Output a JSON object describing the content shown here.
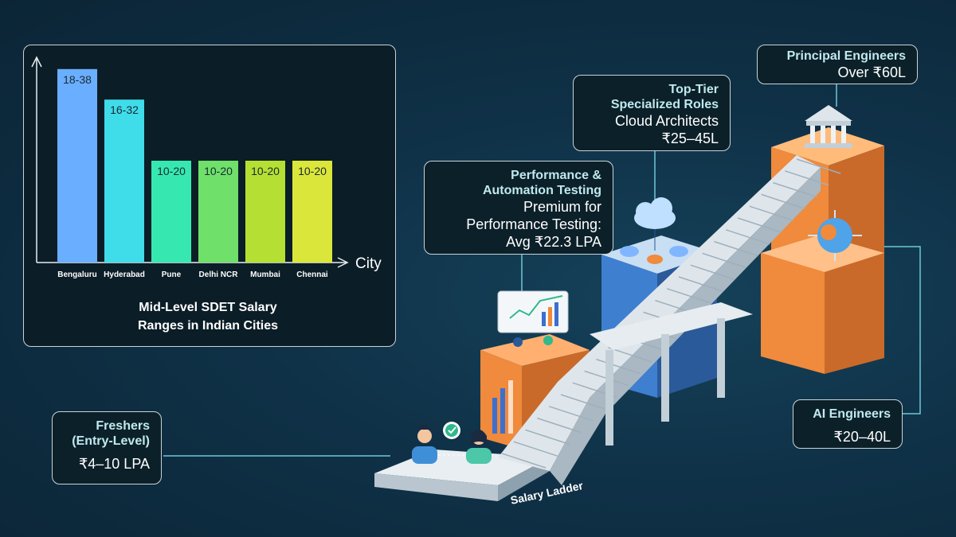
{
  "chart_data": {
    "type": "bar",
    "title": "Mid-Level SDET Salary Ranges in Indian Cities",
    "xlabel": "City",
    "ylabel": "",
    "categories": [
      "Bengaluru",
      "Hyderabad",
      "Pune",
      "Delhi NCR",
      "Mumbai",
      "Chennai"
    ],
    "values": [
      38,
      32,
      20,
      20,
      20,
      20
    ],
    "value_labels": [
      "18-38",
      "16-32",
      "10-20",
      "10-20",
      "10-20",
      "10-20"
    ],
    "ylim": [
      0,
      40
    ],
    "grid": false,
    "colors": [
      "#6aaeff",
      "#3fdcea",
      "#36e8b0",
      "#6fe06a",
      "#b5e033",
      "#dbe63a"
    ]
  },
  "labels": {
    "freshers": {
      "title_line1": "Freshers",
      "title_line2": "(Entry-Level)",
      "body": "₹4–10 LPA"
    },
    "performance": {
      "title_line1": "Performance &",
      "title_line2": "Automation Testing",
      "body_line1": "Premium for",
      "body_line2": "Performance Testing:",
      "body_line3": "Avg ₹22.3 LPA"
    },
    "top_tier": {
      "title_line1": "Top-Tier",
      "title_line2": "Specialized Roles",
      "body_line1": "Cloud Architects",
      "body_line2": "₹25–45L"
    },
    "principal": {
      "title": "Principal Engineers",
      "body": "Over ₹60L"
    },
    "ai": {
      "title": "AI Engineers",
      "body": "₹20–40L"
    }
  },
  "ladder": {
    "caption": "Salary Ladder"
  },
  "colors": {
    "accent": "#6fc7d6",
    "background": "#0f3147",
    "orange": "#f08a3c",
    "blue": "#3f7fd0"
  }
}
